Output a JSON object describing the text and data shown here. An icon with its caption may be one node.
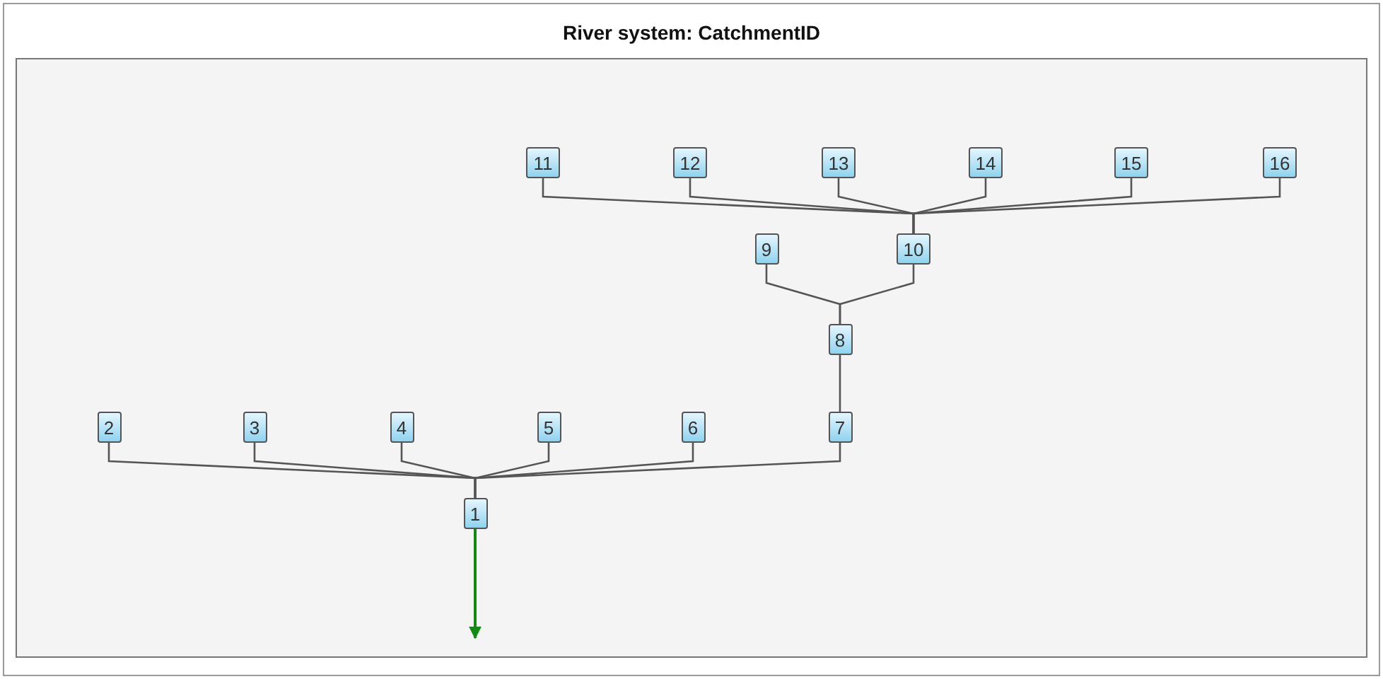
{
  "diagram": {
    "title": "River system: CatchmentID",
    "nodes": [
      {
        "text": [
          "1"
        ]
      },
      {
        "text": [
          "2"
        ]
      },
      {
        "text": [
          "3"
        ]
      },
      {
        "text": [
          "4"
        ]
      },
      {
        "text": [
          "5"
        ]
      },
      {
        "text": [
          "6"
        ]
      },
      {
        "text": [
          "7"
        ]
      },
      {
        "text": [
          "8"
        ]
      },
      {
        "text": [
          "9"
        ]
      },
      {
        "text": [
          "10"
        ]
      },
      {
        "text": [
          "11"
        ]
      },
      {
        "text": [
          "12"
        ]
      },
      {
        "text": [
          "13"
        ]
      },
      {
        "text": [
          "14"
        ]
      },
      {
        "text": [
          "15"
        ]
      },
      {
        "text": [
          "16"
        ]
      }
    ],
    "edges": [
      {
        "from": 1,
        "to": 0,
        "arrow": "none"
      },
      {
        "from": 2,
        "to": 0,
        "arrow": "none"
      },
      {
        "from": 3,
        "to": 0,
        "arrow": "none"
      },
      {
        "from": 4,
        "to": 0,
        "arrow": "none"
      },
      {
        "from": 5,
        "to": 0,
        "arrow": "none"
      },
      {
        "from": 6,
        "to": 0,
        "arrow": "none"
      },
      {
        "from": 7,
        "to": 6,
        "arrow": "none"
      },
      {
        "from": 8,
        "to": 7,
        "arrow": "none"
      },
      {
        "from": 9,
        "to": 7,
        "arrow": "none"
      },
      {
        "from": 10,
        "to": 9,
        "arrow": "none"
      },
      {
        "from": 11,
        "to": 9,
        "arrow": "none"
      },
      {
        "from": 12,
        "to": 9,
        "arrow": "none"
      },
      {
        "from": 13,
        "to": 9,
        "arrow": "none"
      },
      {
        "from": 14,
        "to": 9,
        "arrow": "none"
      },
      {
        "from": 15,
        "to": 9,
        "arrow": "none"
      },
      {
        "from": 0,
        "to": null,
        "arrow": "to",
        "color": "#138a13"
      }
    ]
  }
}
